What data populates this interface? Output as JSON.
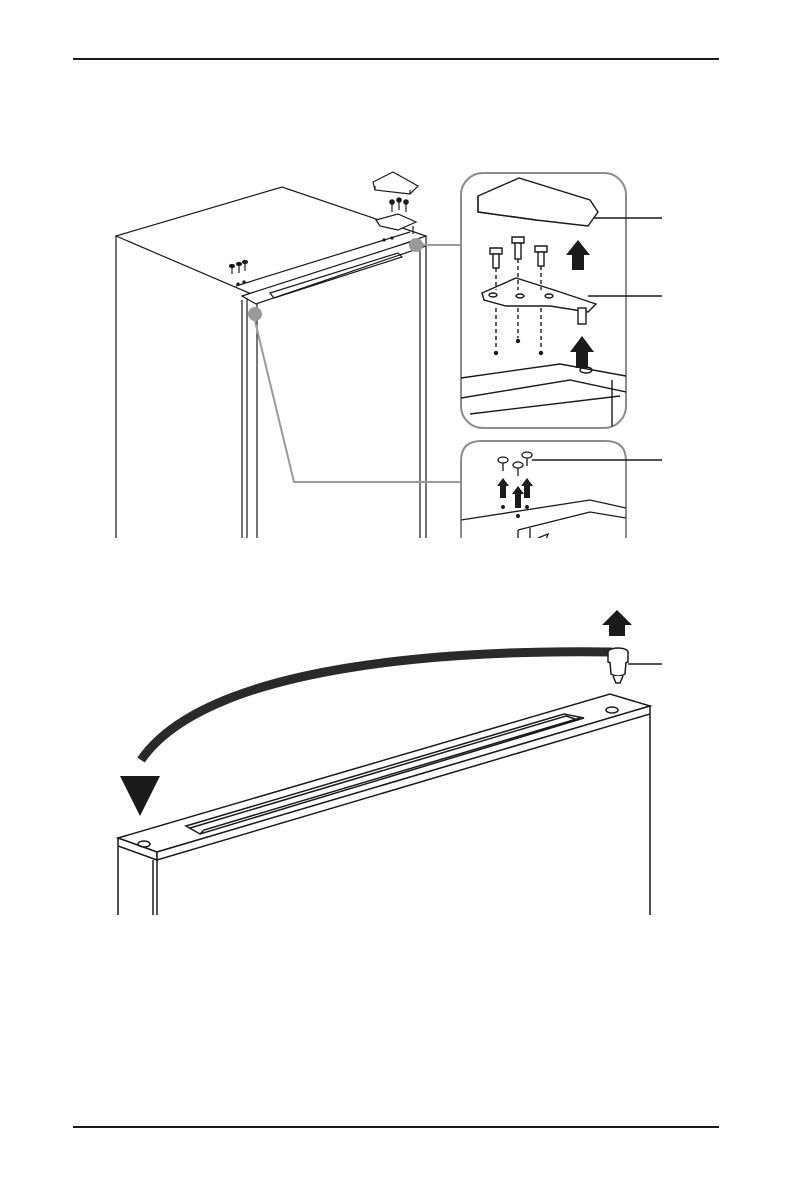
{
  "page": {
    "header_rule": true,
    "footer_rule": true
  },
  "figures": [
    {
      "name": "door-hinge-removal",
      "callouts": 3
    },
    {
      "name": "hinge-pin-relocation",
      "callouts": 1
    }
  ],
  "colors": {
    "line": "#1a1a1a",
    "callout-dot": "#9a9a9a",
    "magnifier-border": "#8c8c8c"
  }
}
